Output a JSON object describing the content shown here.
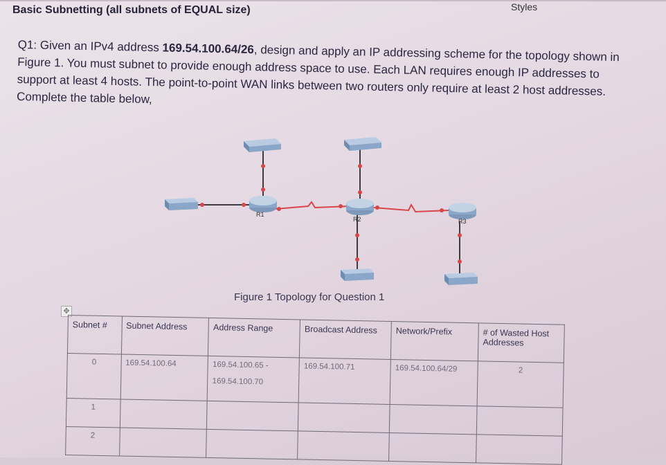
{
  "header": {
    "styles_label": "Styles"
  },
  "document": {
    "heading": "Basic Subnetting (all subnets of EQUAL size)",
    "question": {
      "prefix": "Q1: Given an IPv4 address ",
      "address": "169.54.100.64/26",
      "body": ", design and apply an IP addressing scheme for the topology shown in Figure 1. You must subnet to provide enough address space to use. Each LAN requires enough IP addresses to support at least 4 hosts. The point-to-point WAN links between two routers only require at least 2 host addresses. Complete the table below,"
    },
    "figure": {
      "caption": "Figure 1 Topology for Question 1",
      "routers": [
        "R1",
        "R2",
        "R3"
      ]
    },
    "table": {
      "headers": [
        "Subnet #",
        "Subnet Address",
        "Address Range",
        "Broadcast Address",
        "Network/Prefix",
        "# of Wasted Host Addresses"
      ],
      "rows": [
        {
          "subnet": "0",
          "address": "169.54.100.64",
          "range_start": "169.54.100.65 -",
          "range_end": "169.54.100.70",
          "broadcast": "169.54.100.71",
          "prefix": "169.54.100.64/29",
          "wasted": "2"
        },
        {
          "subnet": "1",
          "address": "",
          "range_start": "",
          "range_end": "",
          "broadcast": "",
          "prefix": "",
          "wasted": ""
        },
        {
          "subnet": "2",
          "address": "",
          "range_start": "",
          "range_end": "",
          "broadcast": "",
          "prefix": "",
          "wasted": ""
        }
      ]
    }
  },
  "colors": {
    "link_red": "#d9464a",
    "switch_blue": "#8aa6c8",
    "router_blue": "#a7bfd8",
    "cable_gray": "#3c3c3c"
  }
}
